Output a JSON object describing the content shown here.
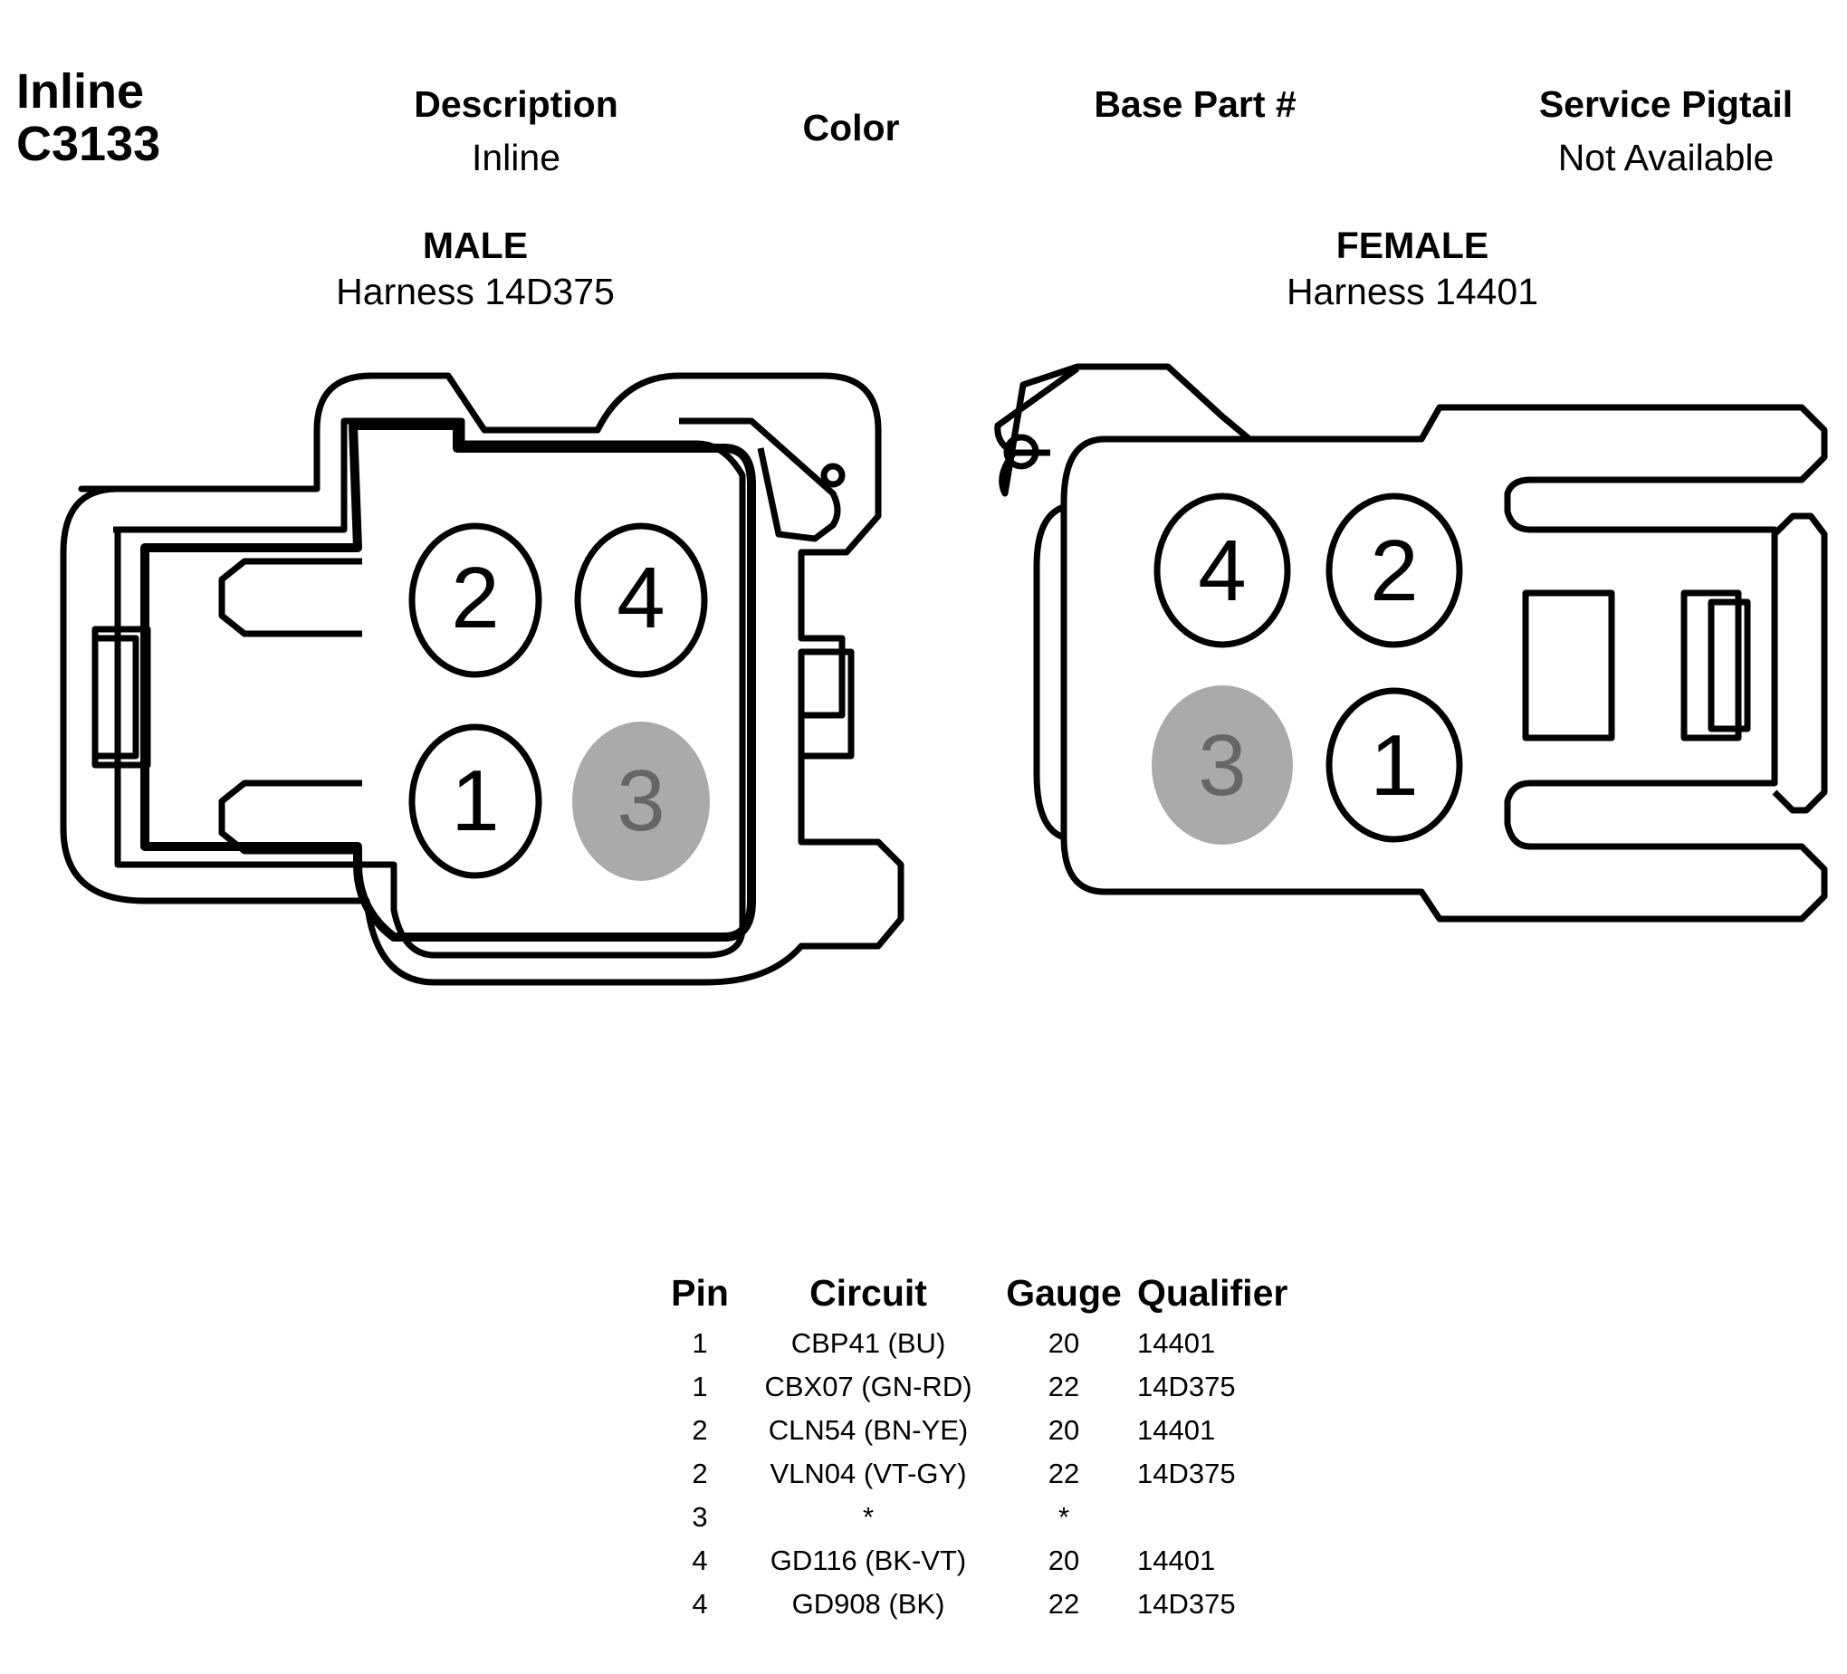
{
  "connector": {
    "title_line1": "Inline",
    "title_line2": "C3133"
  },
  "header": {
    "description_label": "Description",
    "description_value": "Inline",
    "color_label": "Color",
    "base_part_label": "Base Part #",
    "service_pigtail_label": "Service Pigtail",
    "service_pigtail_value": "Not Available"
  },
  "male": {
    "label": "MALE",
    "harness": "Harness  14D375",
    "pins": [
      "2",
      "4",
      "1",
      "3"
    ]
  },
  "female": {
    "label": "FEMALE",
    "harness": "Harness  14401",
    "pins": [
      "4",
      "2",
      "3",
      "1"
    ]
  },
  "colors": {
    "outline": "#000000",
    "unused_pin_fill": "#aaaaaa",
    "unused_pin_text": "#666666"
  },
  "pin_table": {
    "headers": [
      "Pin",
      "Circuit",
      "Gauge",
      "Qualifier"
    ],
    "rows": [
      [
        "1",
        "CBP41 (BU)",
        "20",
        "14401"
      ],
      [
        "1",
        "CBX07 (GN-RD)",
        "22",
        "14D375"
      ],
      [
        "2",
        "CLN54 (BN-YE)",
        "20",
        "14401"
      ],
      [
        "2",
        "VLN04 (VT-GY)",
        "22",
        "14D375"
      ],
      [
        "3",
        "*",
        "*",
        ""
      ],
      [
        "4",
        "GD116 (BK-VT)",
        "20",
        "14401"
      ],
      [
        "4",
        "GD908 (BK)",
        "22",
        "14D375"
      ]
    ]
  }
}
